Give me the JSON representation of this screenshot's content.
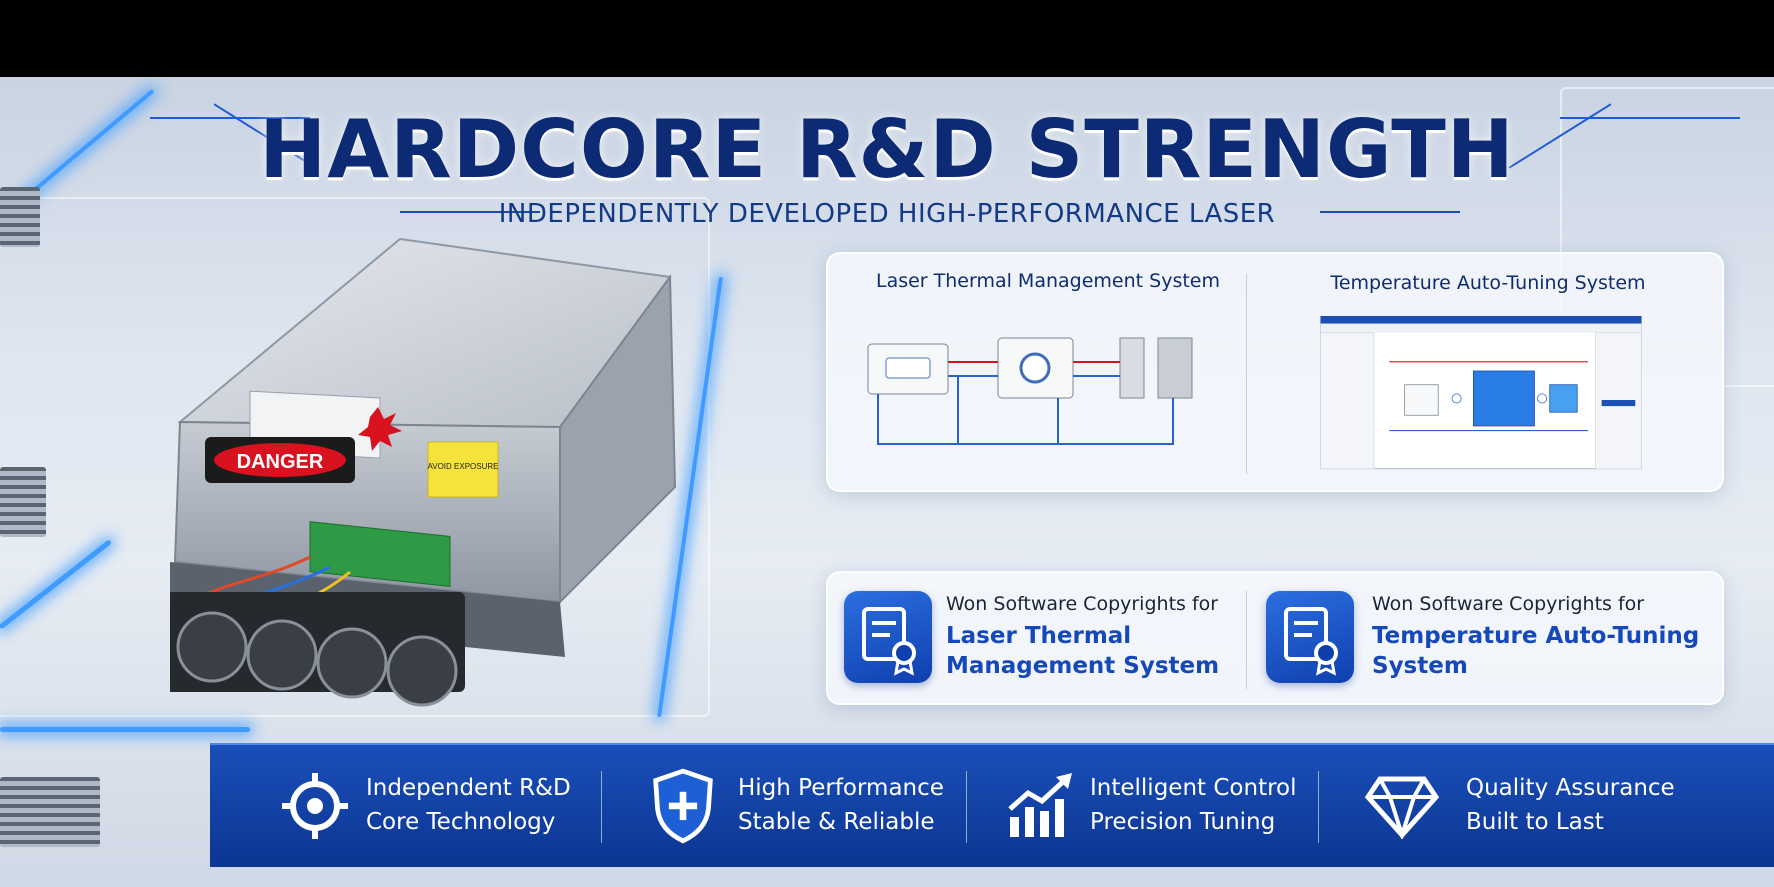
{
  "header": {
    "title": "HARDCORE R&D STRENGTH",
    "subtitle": "INDEPENDENTLY DEVELOPED HIGH-PERFORMANCE LASER"
  },
  "product": {
    "danger_label": "DANGER",
    "warning_label": "AVOID EXPOSURE"
  },
  "systems": {
    "left_title": "Laser Thermal Management System",
    "right_title": "Temperature Auto-Tuning System"
  },
  "certificates": [
    {
      "lead": "Won Software Copyrights for",
      "name_line1": "Laser Thermal",
      "name_line2": "Management System"
    },
    {
      "lead": "Won Software Copyrights for",
      "name_line1": "Temperature Auto-Tuning",
      "name_line2": "System"
    }
  ],
  "features": [
    {
      "icon": "crosshair-icon",
      "line1": "Independent R&D",
      "line2": "Core Technology"
    },
    {
      "icon": "shield-plus-icon",
      "line1": "High Performance",
      "line2": "Stable & Reliable"
    },
    {
      "icon": "growth-chart-icon",
      "line1": "Intelligent Control",
      "line2": "Precision Tuning"
    },
    {
      "icon": "diamond-icon",
      "line1": "Quality Assurance",
      "line2": "Built to Last"
    }
  ],
  "colors": {
    "title": "#0d2a74",
    "accent_blue": "#1548b8",
    "band_blue": "#0c3592",
    "danger_red": "#d8121e",
    "warning_yellow": "#f5e23a"
  }
}
